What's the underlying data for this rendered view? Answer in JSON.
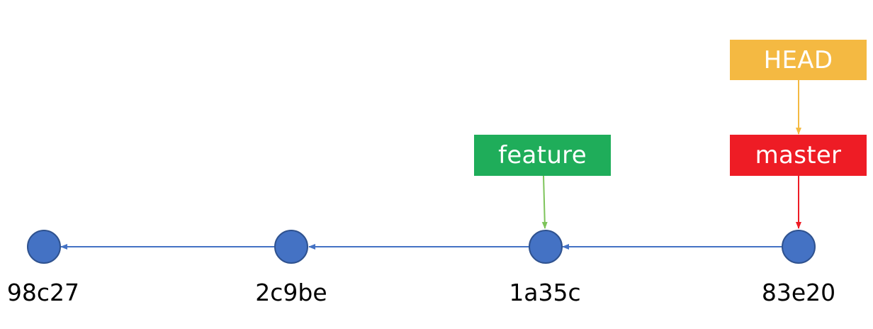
{
  "colors": {
    "commit": "#4472C4",
    "commit_edge": "#2F528F",
    "link": "#4472C4",
    "head": "#F4B942",
    "master": "#EE1C25",
    "feature": "#1FAD5A",
    "feature_arrow": "#7DC45A",
    "label_text": "#FFFFFF"
  },
  "commits": [
    {
      "id": "98c27"
    },
    {
      "id": "2c9be"
    },
    {
      "id": "1a35c"
    },
    {
      "id": "83e20"
    }
  ],
  "refs": {
    "head": "HEAD",
    "master": "master",
    "feature": "feature"
  }
}
